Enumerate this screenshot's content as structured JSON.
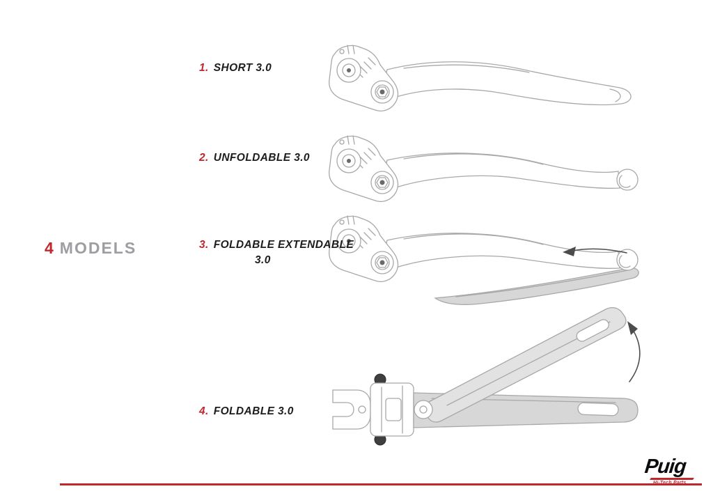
{
  "header": {
    "models_count": "4",
    "models_label": "MODELS"
  },
  "items": [
    {
      "number": "1.",
      "label": "SHORT 3.0"
    },
    {
      "number": "2.",
      "label": "UNFOLDABLE 3.0"
    },
    {
      "number": "3.",
      "label": "FOLDABLE EXTENDABLE",
      "label_line2": "3.0"
    },
    {
      "number": "4.",
      "label": "FOLDABLE 3.0"
    }
  ],
  "drawings": {
    "lever1": "Short 3.0 lever side-view line drawing",
    "lever2": "Unfoldable 3.0 lever side-view line drawing",
    "lever3": "Foldable extendable 3.0 lever with grey extension slider and left arrow",
    "lever4": "Foldable 3.0 lever shown folded upward with rotation arrow"
  },
  "logo": {
    "brand": "Puig",
    "tagline": "Hi-Tech Parts"
  },
  "colors": {
    "accent": "#c0272d",
    "models_gray": "#9c9ea1",
    "text": "#1d1d1d",
    "line": "#a8a8a8",
    "shade": "#d7d7d7",
    "arrow": "#4c4c4c"
  }
}
